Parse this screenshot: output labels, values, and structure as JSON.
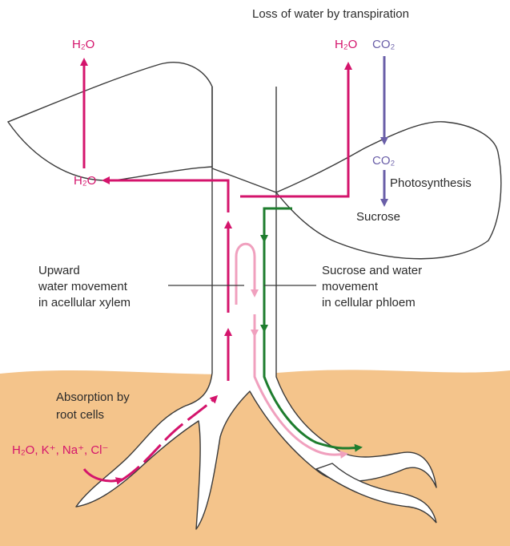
{
  "labels": {
    "transpiration": "Loss of water by transpiration",
    "h2o_top_left": "H₂O",
    "h2o_top_right": "H₂O",
    "co2_top": "CO₂",
    "co2_leaf": "CO₂",
    "h2o_leaf_left": "H₂O",
    "photosynthesis": "Photosynthesis",
    "sucrose": "Sucrose",
    "upward_1": "Upward",
    "upward_2": "water movement",
    "upward_3": "in acellular xylem",
    "phloem_1": "Sucrose and water",
    "phloem_2": "movement",
    "phloem_3": "in cellular phloem",
    "absorption_1": "Absorption by",
    "absorption_2": "root cells",
    "ions": "H₂O, K⁺, Na⁺, Cl⁻"
  },
  "colors": {
    "xylem_water": "#d4146c",
    "phloem_sucrose": "#1e7d2e",
    "phloem_water": "#f0a0be",
    "co2": "#6a5fa8",
    "soil": "#f4c48b",
    "outline": "#3a3a3a"
  }
}
